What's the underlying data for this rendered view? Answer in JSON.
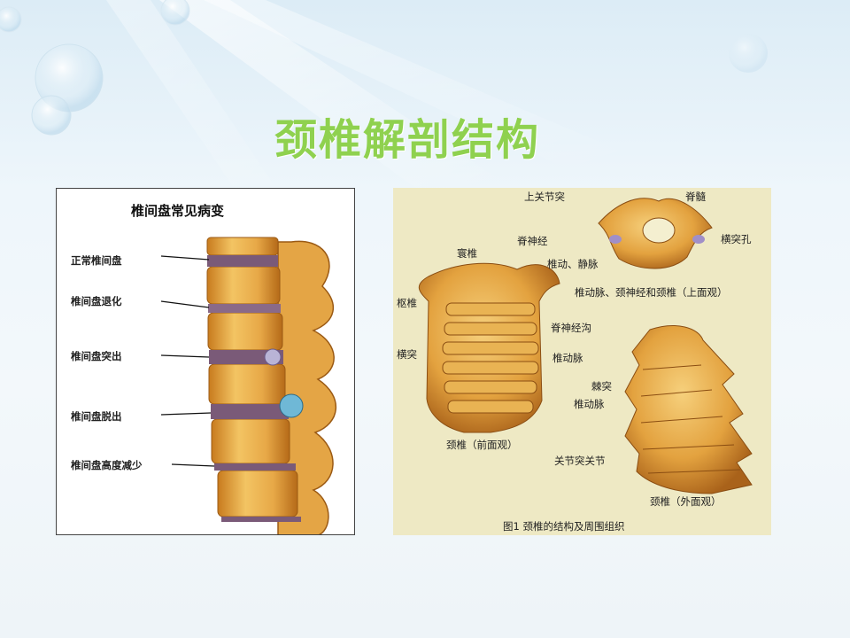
{
  "slide": {
    "title": "颈椎解剖结构"
  },
  "left_figure": {
    "title": "椎间盘常见病变",
    "labels": [
      "正常椎间盘",
      "椎间盘退化",
      "椎间盘突出",
      "椎间盘脱出",
      "椎间盘高度减少"
    ]
  },
  "right_figure": {
    "labels": {
      "superior_articular": "上关节突",
      "spinal_cord": "脊髓",
      "spinal_nerve": "脊神经",
      "transverse_foramen": "横突孔",
      "atlas": "寰椎",
      "artery_vein": "椎动、静脉",
      "top_view": "椎动脉、颈神经和颈椎（上面观）",
      "axis": "枢椎",
      "nerve_groove": "脊神经沟",
      "transverse_process": "横突",
      "vertebral_artery_1": "椎动脉",
      "spinous_process": "棘突",
      "vertebral_artery_2": "椎动脉",
      "front_view": "颈椎（前面观）",
      "articular_joint": "关节突关节",
      "side_view": "颈椎（外面观）",
      "caption": "图1  颈椎的结构及周围组织"
    }
  },
  "colors": {
    "title": "#8fd14f",
    "bone": "#e9b04a",
    "bone_dark": "#b8741d",
    "disc": "#7a5a78",
    "panel_right_bg": "#eee9c4"
  }
}
